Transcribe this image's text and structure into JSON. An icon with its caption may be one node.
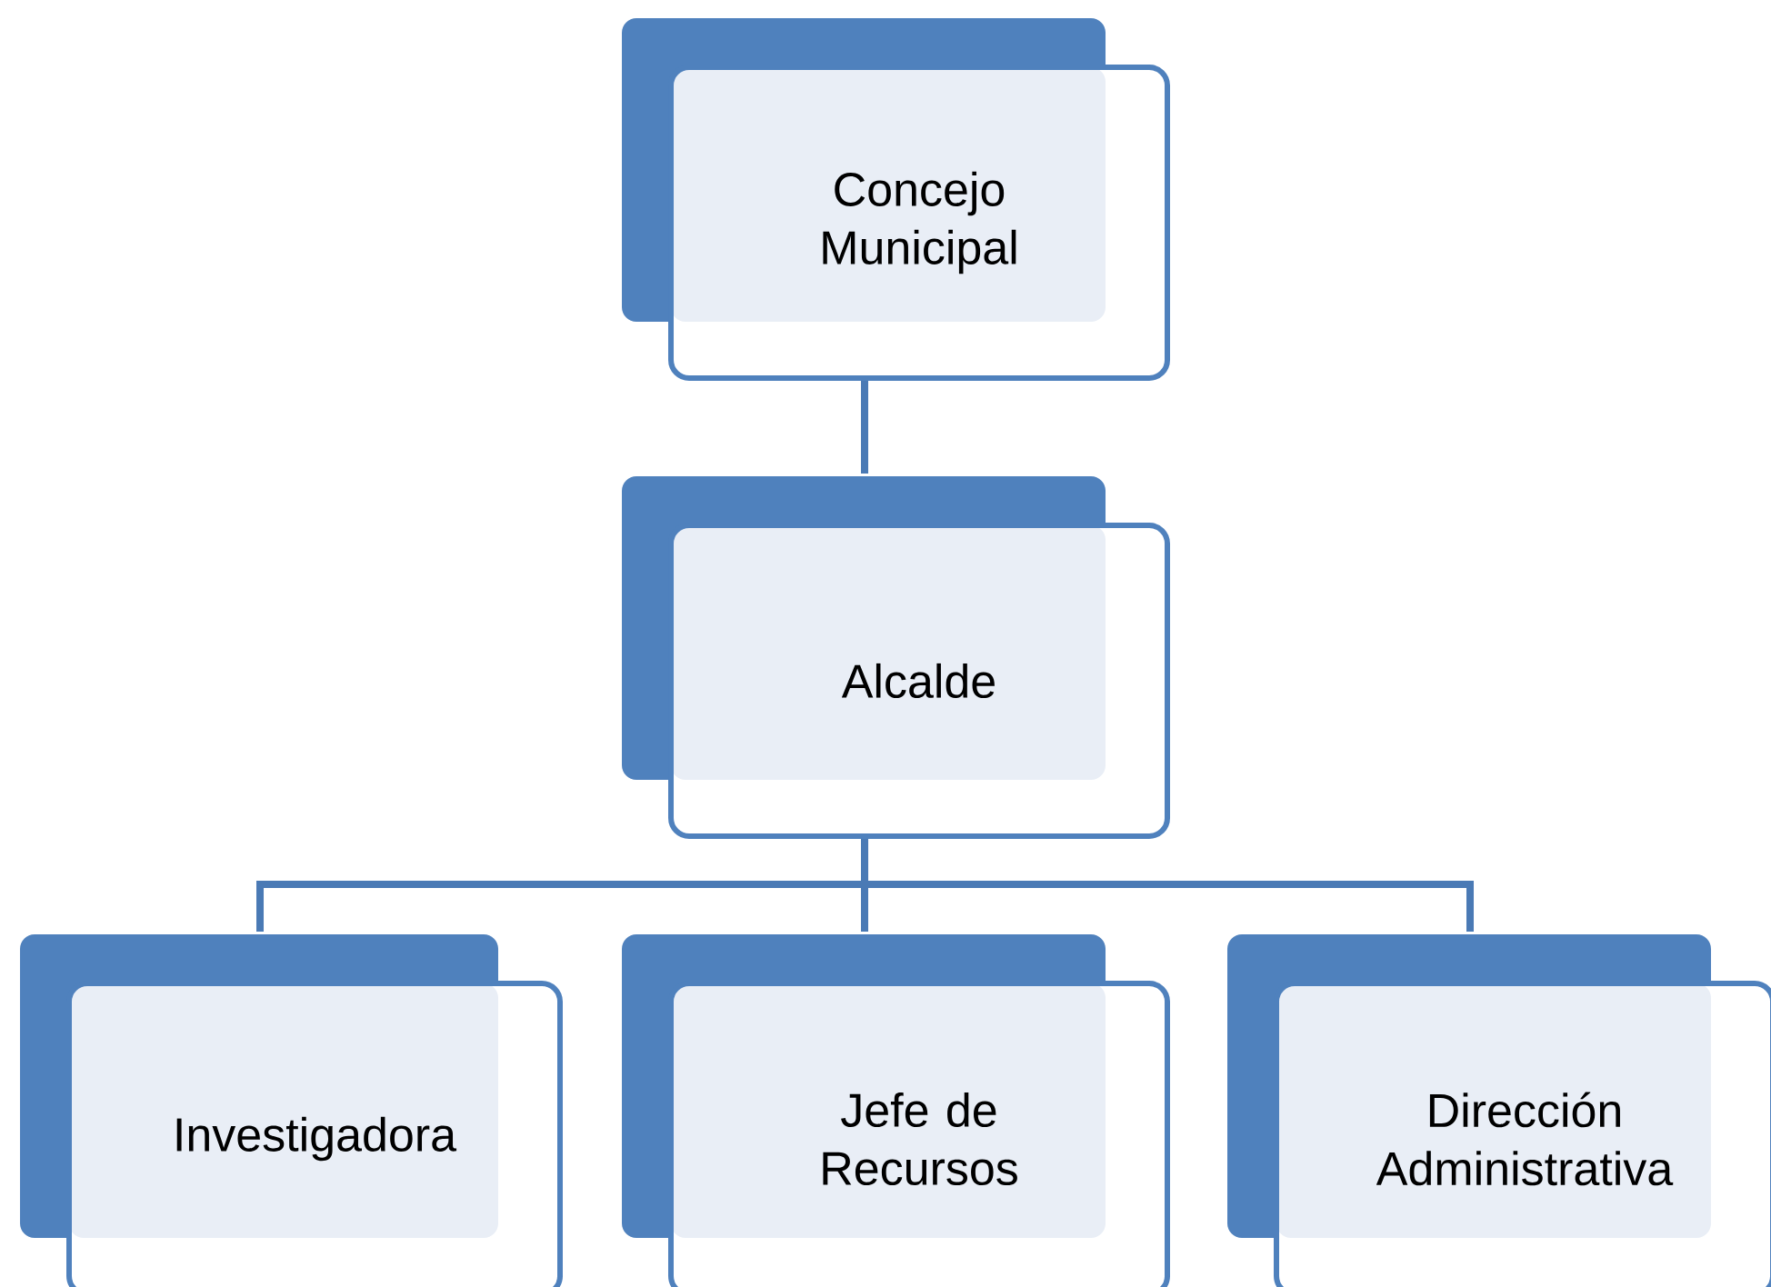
{
  "diagram": {
    "nodes": [
      {
        "text": [
          "Concejo Municipal"
        ]
      },
      {
        "text": [
          "Alcalde"
        ]
      },
      {
        "text": [
          "Investigadora"
        ]
      },
      {
        "text": [
          "Jefe de Recursos"
        ]
      },
      {
        "text": [
          "Dirección Administrativa"
        ]
      }
    ],
    "edges": [
      {
        "from": 0,
        "to": 1,
        "arrow": "none"
      },
      {
        "from": 1,
        "to": 2,
        "arrow": "none"
      },
      {
        "from": 1,
        "to": 3,
        "arrow": "none"
      },
      {
        "from": 1,
        "to": 4,
        "arrow": "none"
      }
    ]
  }
}
